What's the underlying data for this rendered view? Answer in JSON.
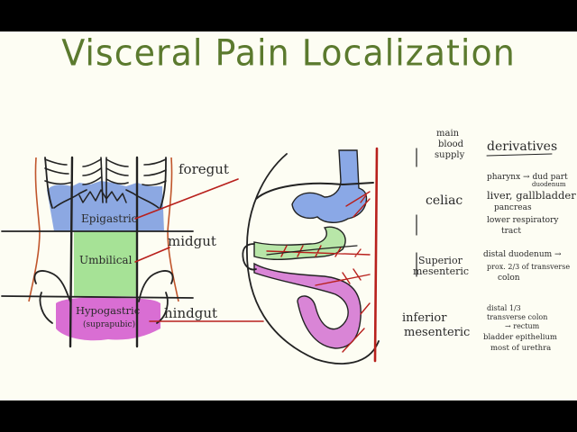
{
  "title": "Visceral Pain Localization",
  "regions": {
    "epigastric": "Epigastric",
    "umbilical": "Umbilical",
    "hypogastric": "Hypogastric",
    "hypogastric_sub": "(suprapubic)"
  },
  "gut_labels": {
    "foregut": "foregut",
    "midgut": "midgut",
    "hindgut": "hindgut"
  },
  "table": {
    "col_supply": [
      "main",
      "blood",
      "supply"
    ],
    "col_derivatives": "derivatives",
    "rows": [
      {
        "vessel": [
          "celiac"
        ],
        "derivatives": [
          "pharynx → dud part",
          "duodenum",
          "liver, gallbladder",
          "pancreas",
          "lower respiratory",
          "tract"
        ]
      },
      {
        "vessel": [
          "Superior",
          "mesenteric"
        ],
        "derivatives": [
          "distal duodenum →",
          "prox. 2/3 of transverse",
          "colon"
        ]
      },
      {
        "vessel": [
          "inferior",
          "mesenteric"
        ],
        "derivatives": [
          "distal 1/3",
          "transverse colon",
          "→ rectum",
          "bladder epithelium",
          "most of urethra"
        ]
      }
    ]
  },
  "colors": {
    "title": "#5b7a2e",
    "foregut": "#7f9fe0",
    "midgut": "#9fdc8f",
    "hindgut": "#d977d6",
    "artery": "#b8201c"
  }
}
